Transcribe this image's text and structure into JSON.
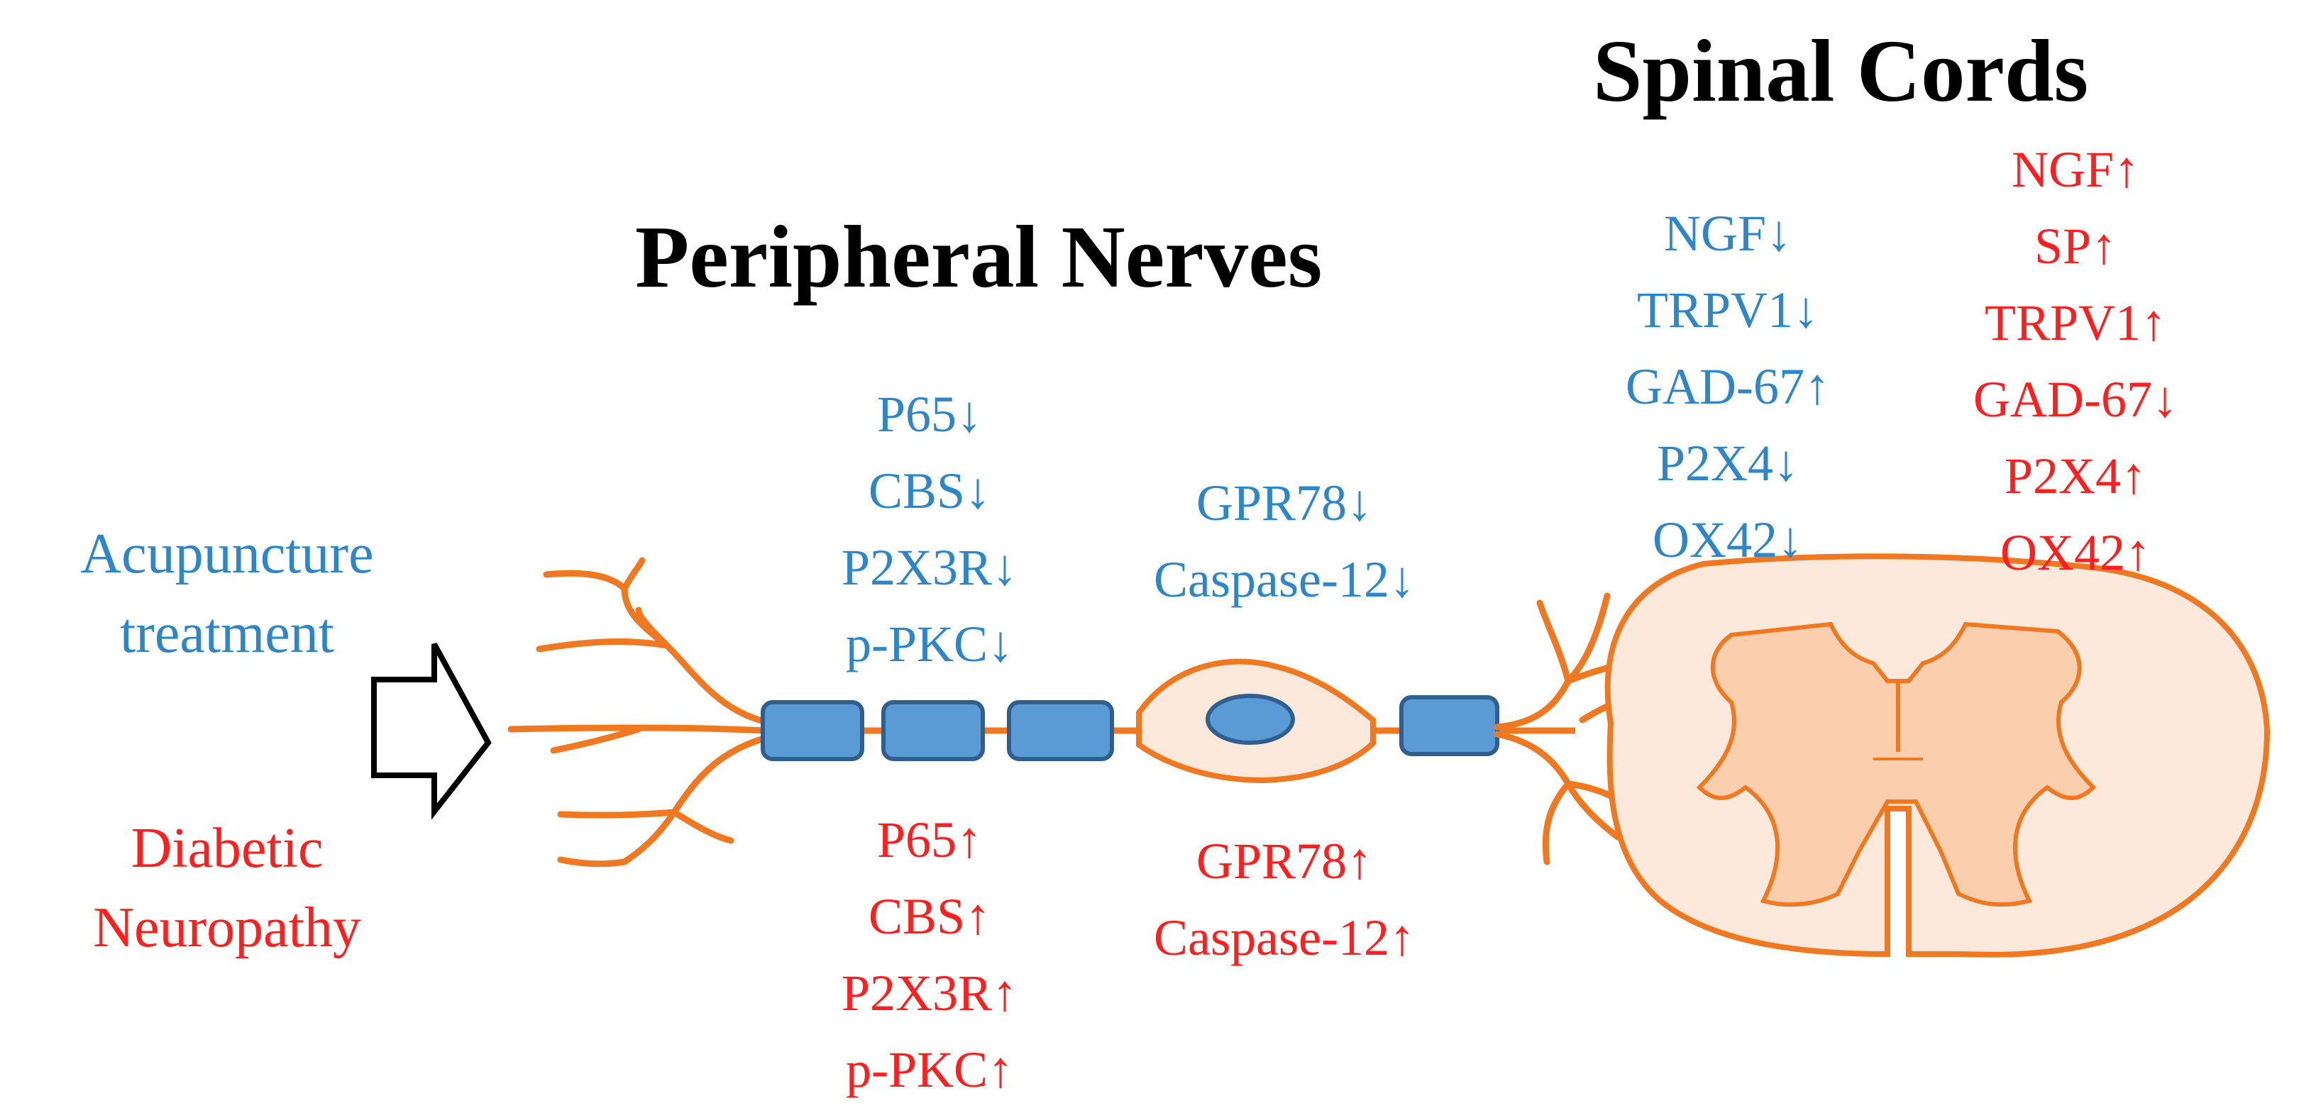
{
  "headings": {
    "spinal": "Spinal Cords",
    "peripheral": "Peripheral Nerves"
  },
  "side_labels": {
    "acupuncture": [
      "Acupuncture",
      "treatment"
    ],
    "diabetic": [
      "Diabetic",
      "Neuropathy"
    ]
  },
  "peripheral_blue": [
    "P65↓",
    "CBS↓",
    "P2X3R↓",
    "p-PKC↓"
  ],
  "peripheral_red": [
    "P65↑",
    "CBS↑",
    "P2X3R↑",
    "p-PKC↑"
  ],
  "soma_blue": [
    "GPR78↓",
    "Caspase-12↓"
  ],
  "soma_red": [
    "GPR78↑",
    "Caspase-12↑"
  ],
  "spinal_blue": [
    "NGF↓",
    "TRPV1↓",
    "GAD-67↑",
    "P2X4↓",
    "OX42↓"
  ],
  "spinal_red": [
    "NGF↑",
    "SP↑",
    "TRPV1↑",
    "GAD-67↓",
    "P2X4↑",
    "OX42↑"
  ],
  "colors": {
    "acupuncture": "#2e86c9",
    "neuropathy": "#ff1f1f",
    "neuron_outline": "#f07820",
    "neuron_fill": "#fde8dc",
    "grey_matter": "#fbcfae",
    "myelin": "#5b9bd5"
  }
}
